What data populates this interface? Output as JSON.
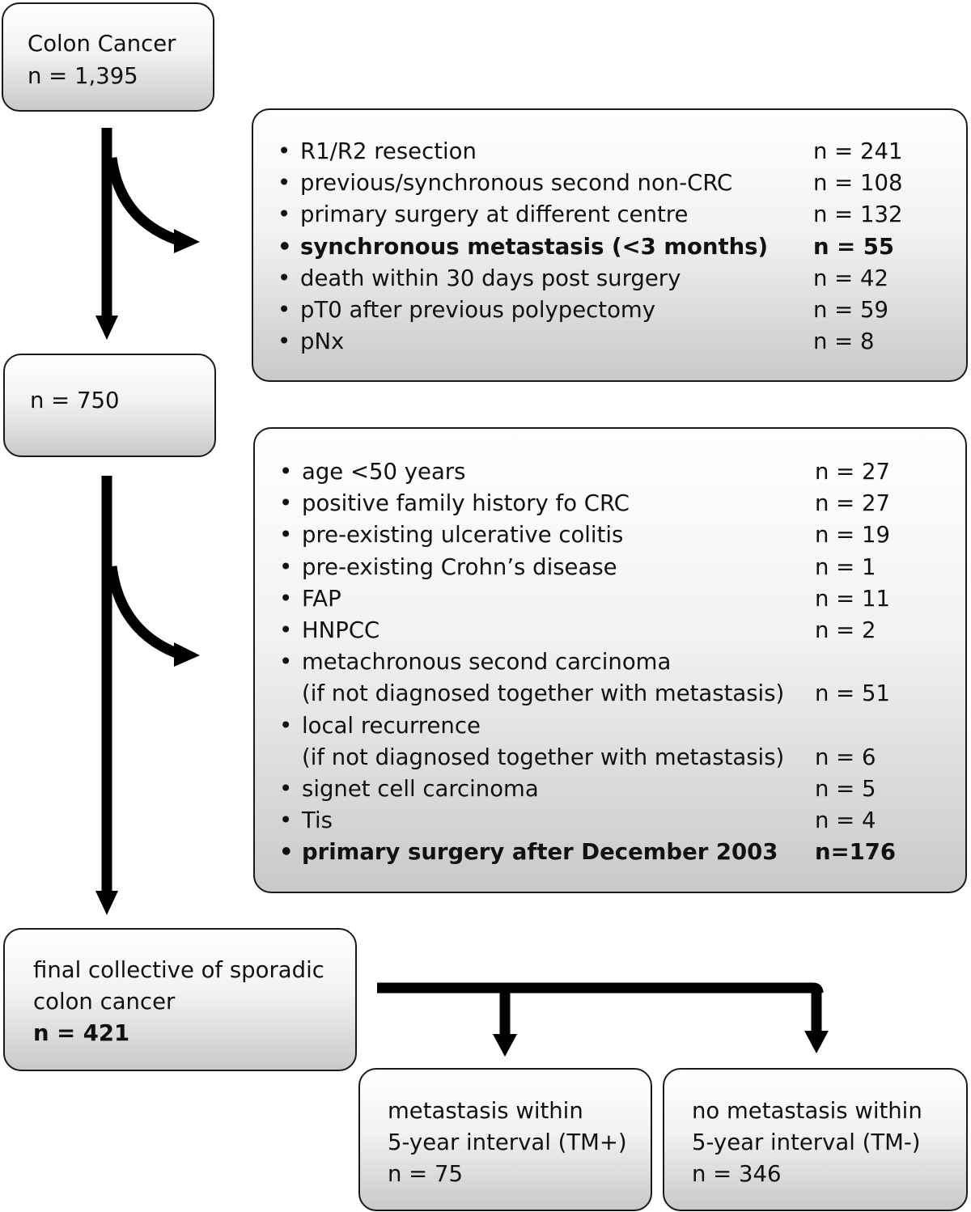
{
  "start_box": {
    "title": "Colon Cancer",
    "n": "n = 1,395"
  },
  "exclusion_1": {
    "items": [
      {
        "label": "R1/R2 resection",
        "n": "n = 241",
        "bold": false
      },
      {
        "label": "previous/synchronous second non-CRC",
        "n": "n = 108",
        "bold": false
      },
      {
        "label": "primary surgery at different centre",
        "n": "n = 132",
        "bold": false
      },
      {
        "label": "synchronous metastasis (<3 months)",
        "n": "n = 55",
        "bold": true
      },
      {
        "label": "death within 30 days post surgery",
        "n": "n = 42",
        "bold": false
      },
      {
        "label": "pT0 after previous polypectomy",
        "n": "n = 59",
        "bold": false
      },
      {
        "label": "pNx",
        "n": "n = 8",
        "bold": false
      }
    ]
  },
  "middle_box": {
    "n": "n = 750"
  },
  "exclusion_2": {
    "items": [
      {
        "label": "age <50 years",
        "n": "n = 27",
        "bold": false
      },
      {
        "label": "positive family history fo CRC",
        "n": "n = 27",
        "bold": false
      },
      {
        "label": "pre-existing ulcerative colitis",
        "n": "n = 19",
        "bold": false
      },
      {
        "label": "pre-existing Crohn’s disease",
        "n": "n = 1",
        "bold": false
      },
      {
        "label": "FAP",
        "n": "n = 11",
        "bold": false
      },
      {
        "label": "HNPCC",
        "n": "n = 2",
        "bold": false
      },
      {
        "label": "metachronous second carcinoma",
        "sub": "(if not diagnosed together with metastasis)",
        "n": "n = 51",
        "bold": false
      },
      {
        "label": "local recurrence",
        "sub": "(if not diagnosed together with metastasis)",
        "n": "n = 6",
        "bold": false
      },
      {
        "label": "signet cell carcinoma",
        "n": "n = 5",
        "bold": false
      },
      {
        "label": "Tis",
        "n": "n = 4",
        "bold": false
      },
      {
        "label": "primary surgery after December 2003",
        "n": "n=176",
        "bold": true
      }
    ]
  },
  "final_box": {
    "line1": "final collective of sporadic",
    "line2": "colon cancer",
    "n": "n = 421"
  },
  "tm_plus_box": {
    "line1": "metastasis within",
    "line2": "5-year interval (TM+)",
    "n": "n = 75"
  },
  "tm_minus_box": {
    "line1": "no metastasis within",
    "line2": "5-year interval (TM-)",
    "n": "n = 346"
  },
  "bullet_glyph": "•"
}
